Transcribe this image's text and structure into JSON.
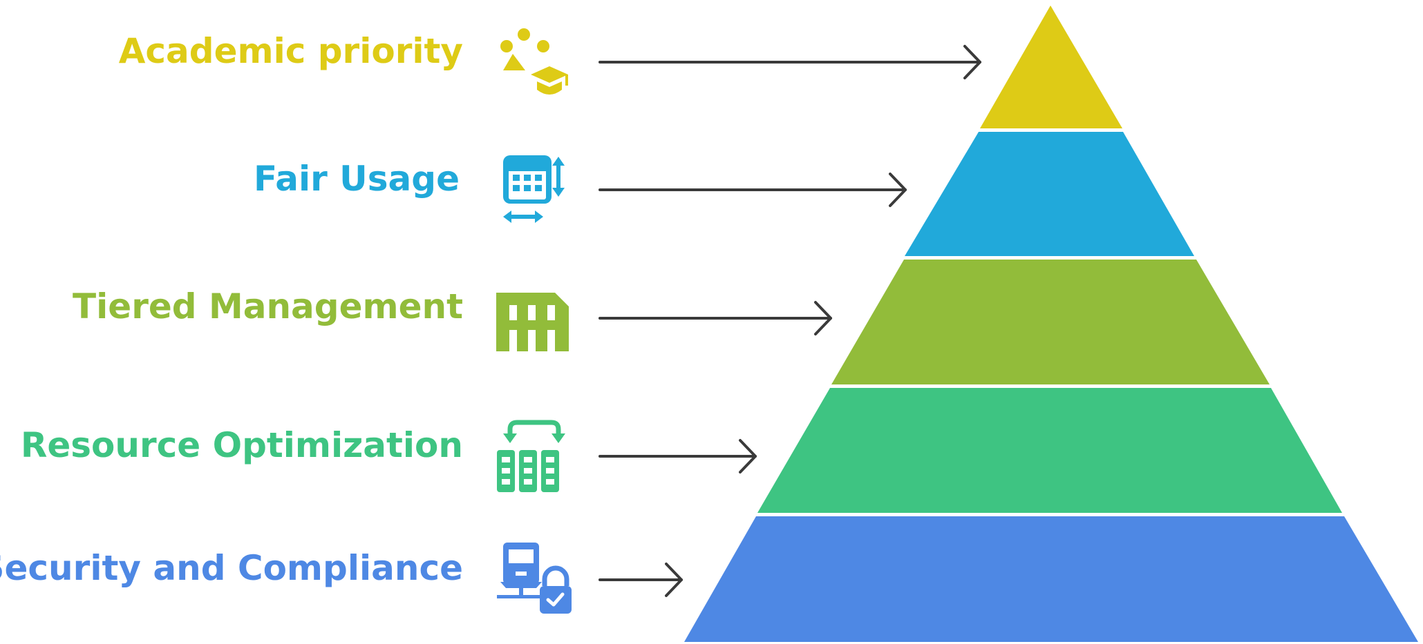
{
  "levels": [
    {
      "label": "Academic priority",
      "color": "#DECB16",
      "icon": "graduation-team-icon"
    },
    {
      "label": "Fair Usage",
      "color": "#21A9DA",
      "icon": "calendar-resize-icon"
    },
    {
      "label": "Tiered Management",
      "color": "#92BC3A",
      "icon": "tiered-bars-icon"
    },
    {
      "label": "Resource Optimization",
      "color": "#3EC482",
      "icon": "buildings-exchange-icon"
    },
    {
      "label": "Security and Compliance",
      "color": "#4E88E4",
      "icon": "computer-lock-icon"
    }
  ]
}
